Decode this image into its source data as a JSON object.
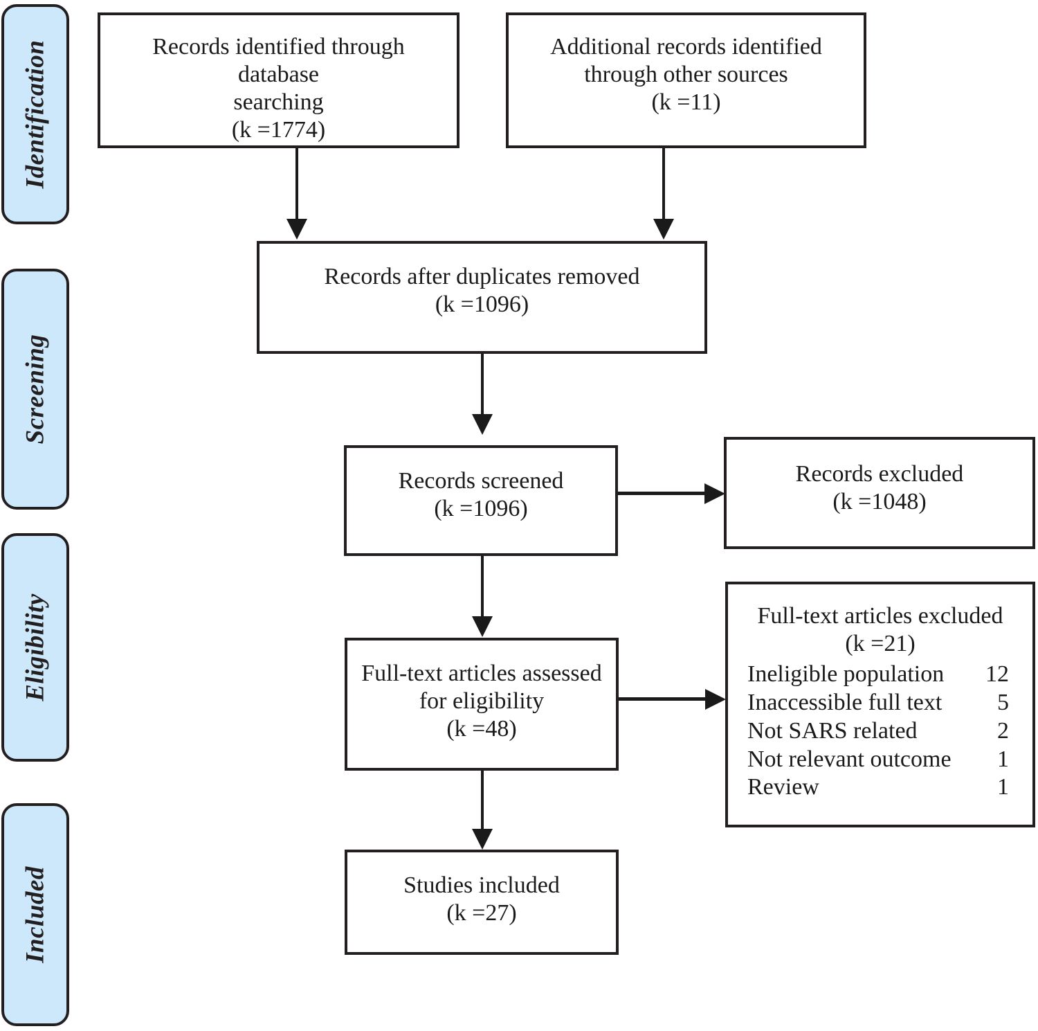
{
  "diagram": {
    "type": "prisma-flow-diagram",
    "title": "PRISMA Flow Diagram",
    "count_prefix": "k ="
  },
  "stages": [
    {
      "id": "identification",
      "label": "Identification"
    },
    {
      "id": "screening",
      "label": "Screening"
    },
    {
      "id": "eligibility",
      "label": "Eligibility"
    },
    {
      "id": "included",
      "label": "Included"
    }
  ],
  "boxes": {
    "db_search": {
      "text": "Records identified through database\nsearching\n(k =1774)",
      "label": "Records identified through database searching",
      "count": 1774
    },
    "other_sources": {
      "text": "Additional records identified\nthrough other sources\n(k =11)",
      "label": "Additional records identified through other sources",
      "count": 11
    },
    "duplicates_removed": {
      "text": "Records after duplicates removed\n(k =1096)",
      "label": "Records after duplicates removed",
      "count": 1096
    },
    "records_screened": {
      "text": "Records screened\n(k =1096)",
      "label": "Records screened",
      "count": 1096
    },
    "records_excluded": {
      "text": "Records excluded\n(k =1048)",
      "label": "Records excluded",
      "count": 1048
    },
    "fulltext_assessed": {
      "text": "Full-text articles assessed\nfor eligibility\n(k =48)",
      "label": "Full-text articles assessed for eligibility",
      "count": 48
    },
    "fulltext_excluded": {
      "heading": "Full-text articles excluded\n(k =21)",
      "label": "Full-text articles excluded",
      "count": 21,
      "reasons": [
        {
          "label": "Ineligible population",
          "count": "12"
        },
        {
          "label": "Inaccessible full text",
          "count": "5"
        },
        {
          "label": "Not SARS related",
          "count": "2"
        },
        {
          "label": "Not relevant outcome",
          "count": "1"
        },
        {
          "label": "Review",
          "count": "1"
        }
      ]
    },
    "studies_included": {
      "text": "Studies included\n(k =27)",
      "label": "Studies included",
      "count": 27
    }
  },
  "colors": {
    "stage_fill": "#cde8fa",
    "stroke": "#231f20",
    "line": "#1a1a1a",
    "box_fill": "#ffffff",
    "text": "#1a1a1a"
  }
}
